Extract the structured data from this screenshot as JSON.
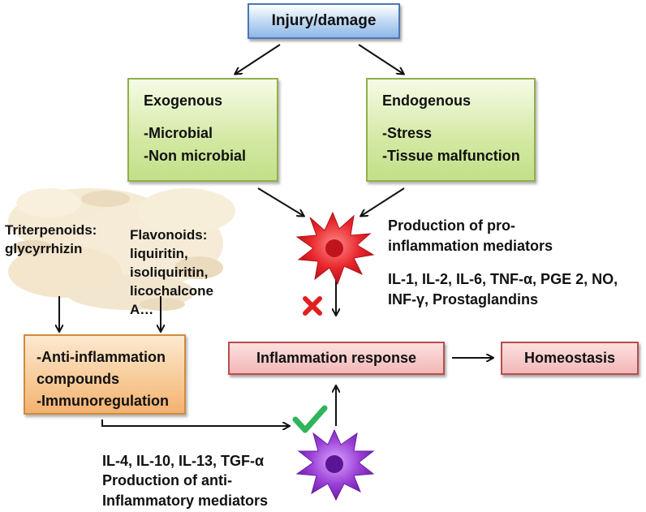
{
  "boxes": {
    "injury": "Injury/damage",
    "exogenous": {
      "title": "Exogenous",
      "items": [
        "-Microbial",
        "-Non microbial"
      ]
    },
    "endogenous": {
      "title": "Endogenous",
      "items": [
        "-Stress",
        "-Tissue malfunction"
      ]
    },
    "inflammation_response": "Inflammation response",
    "homeostasis": "Homeostasis",
    "anti_inflammation": [
      "-Anti-inflammation",
      "compounds",
      "-Immunoregulation"
    ]
  },
  "labels": {
    "triterpenoids": [
      "Triterpenoids:",
      "glycyrrhizin"
    ],
    "flavonoids": [
      "Flavonoids:",
      "liquiritin,",
      "isoliquiritin,",
      "licochalcone",
      "A…"
    ],
    "pro_mediators_title": [
      "Production of pro-",
      "inflammation mediators"
    ],
    "pro_mediators_list": [
      "IL-1, IL-2, IL-6, TNF-α, PGE 2, NO,",
      "INF-γ, Prostaglandins"
    ],
    "anti_mediators_list": "IL-4, IL-10, IL-13, TGF-α",
    "anti_mediators_title": [
      "Production of anti-",
      "Inflammatory mediators"
    ]
  },
  "colors": {
    "pro_cell": "#e8262b",
    "anti_cell": "#9b3fd6",
    "check_mark": "#2fb45a",
    "cross_mark": "#e0201f",
    "arrow": "#111111"
  },
  "icons": {
    "pro_cell": "red-dendritic-cell-icon",
    "anti_cell": "purple-dendritic-cell-icon",
    "blocked": "red-x-icon",
    "allowed": "green-check-icon",
    "background": "licorice-root-slices-image"
  }
}
